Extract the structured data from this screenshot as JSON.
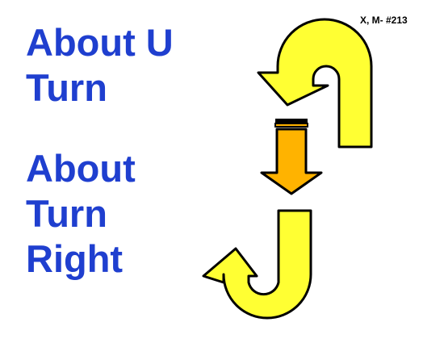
{
  "code": "X, M- #213",
  "sign_1": {
    "lines": [
      "About U",
      "Turn"
    ]
  },
  "sign_2": {
    "lines": [
      "About",
      "Turn",
      "Right"
    ]
  },
  "colors": {
    "title_text": "#1f3fcf",
    "u_turn_arrow": "#ffff33",
    "down_arrow": "#ffb300",
    "outline": "#000000"
  },
  "icons": {
    "u_turn": "u-turn-left-arrow-icon",
    "down": "down-arrow-icon",
    "j_turn": "j-turn-up-left-arrow-icon"
  }
}
